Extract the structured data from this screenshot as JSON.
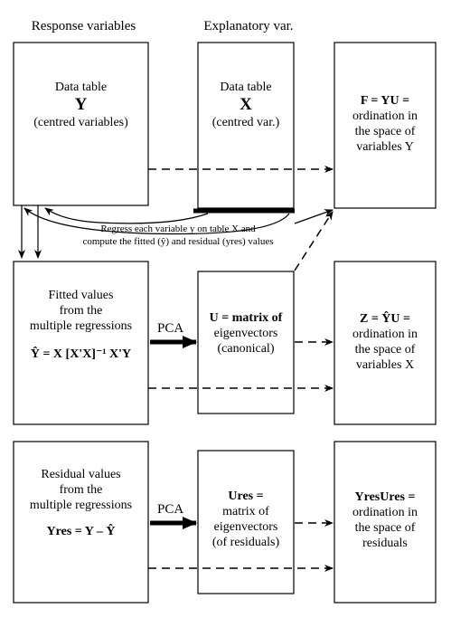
{
  "headers": {
    "response": "Response variables",
    "explanatory": "Explanatory var."
  },
  "box_y": {
    "line1": "Data table",
    "symbol": "Y",
    "line3": "(centred variables)"
  },
  "box_x": {
    "line1": "Data table",
    "symbol": "X",
    "line3": "(centred var.)"
  },
  "box_f": {
    "line1": "F = YU =",
    "line2": "ordination in",
    "line3": "the space of",
    "line4": "variables Y"
  },
  "regress_note": {
    "line1": "Regress each variable y on table X and",
    "line2": "compute the fitted (ŷ) and residual (yres) values"
  },
  "box_fitted": {
    "line1": "Fitted values",
    "line2": "from the",
    "line3": "multiple regressions",
    "formula": "Ŷ = X [X'X]⁻¹ X'Y"
  },
  "pca_label_1": "PCA",
  "box_u": {
    "line1": "U = matrix of",
    "line2": "eigenvectors",
    "line3": "(canonical)"
  },
  "box_z": {
    "line1": "Z = ŶU =",
    "line2": "ordination in",
    "line3": "the space of",
    "line4": "variables X"
  },
  "box_residual": {
    "line1": "Residual values",
    "line2": "from the",
    "line3": "multiple regressions",
    "formula": "Yres = Y – Ŷ"
  },
  "pca_label_2": "PCA",
  "box_ures": {
    "line1": "Ures =",
    "line2": "matrix of",
    "line3": "eigenvectors",
    "line4": "(of residuals)"
  },
  "box_yres_ures": {
    "line1": "YresUres =",
    "line2": "ordination in",
    "line3": "the space of",
    "line4": "residuals"
  }
}
